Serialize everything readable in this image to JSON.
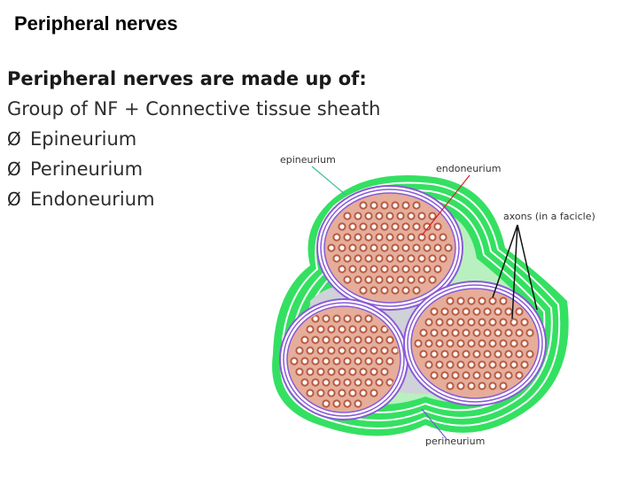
{
  "title": "Peripheral nerves",
  "intro": "Peripheral nerves are made up of:",
  "subline": "Group of NF  + Connective tissue sheath",
  "bullet_glyph": "Ø",
  "bullets": [
    "Epineurium",
    "Perineurium",
    "Endoneurium"
  ],
  "diagram": {
    "labels": {
      "epineurium": "epineurium",
      "endoneurium": "endoneurium",
      "axons": "axons (in a facicle)",
      "perineurium": "perineurium"
    },
    "colors": {
      "epineurium": "#2ee05a",
      "perineurium": "#8a5ad6",
      "fascicle": "#e5ad9a",
      "axon_ring": "#b85a42",
      "gray_fill": "#cfd2d8"
    }
  }
}
